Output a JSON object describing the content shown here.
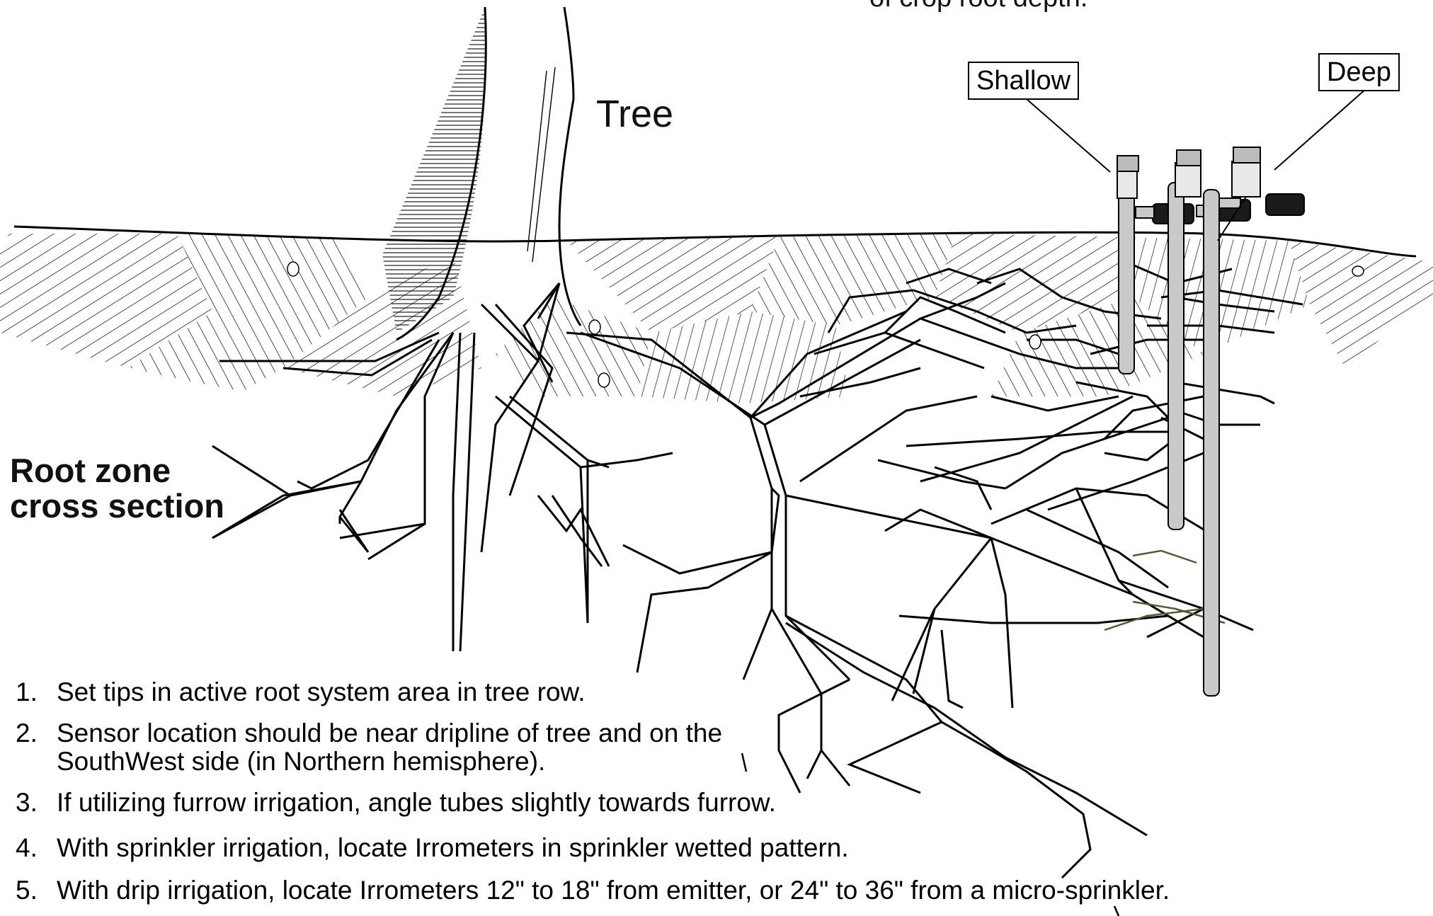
{
  "top_note": "of crop root depth.",
  "tree_label": "Tree",
  "callouts": {
    "shallow": "Shallow",
    "deep": "Deep"
  },
  "title_line1": "Root zone",
  "title_line2": "cross section",
  "notes": [
    {
      "num": "1.",
      "text": "Set tips in active root system area in tree row."
    },
    {
      "num": "2.",
      "text": "Sensor location should be near dripline of tree and on the",
      "text2": "SouthWest side (in Northern hemisphere)."
    },
    {
      "num": "3.",
      "text": "If utilizing furrow irrigation, angle tubes slightly towards furrow."
    },
    {
      "num": "4.",
      "text": "With sprinkler irrigation, locate Irrometers in sprinkler wetted pattern."
    },
    {
      "num": "5.",
      "text": "With drip irrigation, locate Irrometers 12\" to 18\" from emitter, or 24\" to 36\" from a micro-sprinkler."
    }
  ],
  "colors": {
    "line": "#000000",
    "tube": "#c9c9c9",
    "gauge": "#1a1a1a",
    "wet_root": "#5b5633"
  },
  "icons": [
    "tree-trunk-icon",
    "soil-hatch-icon",
    "tensiometer-icon"
  ]
}
